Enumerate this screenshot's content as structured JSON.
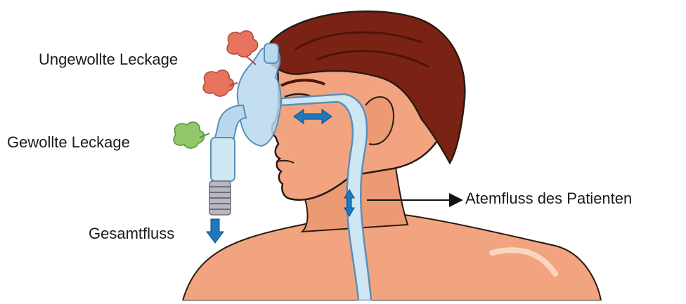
{
  "labels": {
    "unintended_leak": "Ungewollte Leckage",
    "intended_leak": "Gewollte Leckage",
    "total_flow": "Gesamtfluss",
    "patient_flow": "Atemfluss des Patienten"
  },
  "colors": {
    "skin": "#f1a47f",
    "skin_dark": "#d97a56",
    "hair": "#7a2314",
    "hair_dark": "#4d140b",
    "airway": "#cfe6f3",
    "airway_outline": "#5b8fb8",
    "mask": "#b9d8ee",
    "flow_arrow": "#1f78bd",
    "leak_unwanted": "#e8735f",
    "leak_wanted": "#8fc76a"
  },
  "icons": [
    "cloud-unwanted-leak-icon",
    "cloud-wanted-leak-icon",
    "flow-arrow-icon",
    "pointer-arrow-icon"
  ]
}
